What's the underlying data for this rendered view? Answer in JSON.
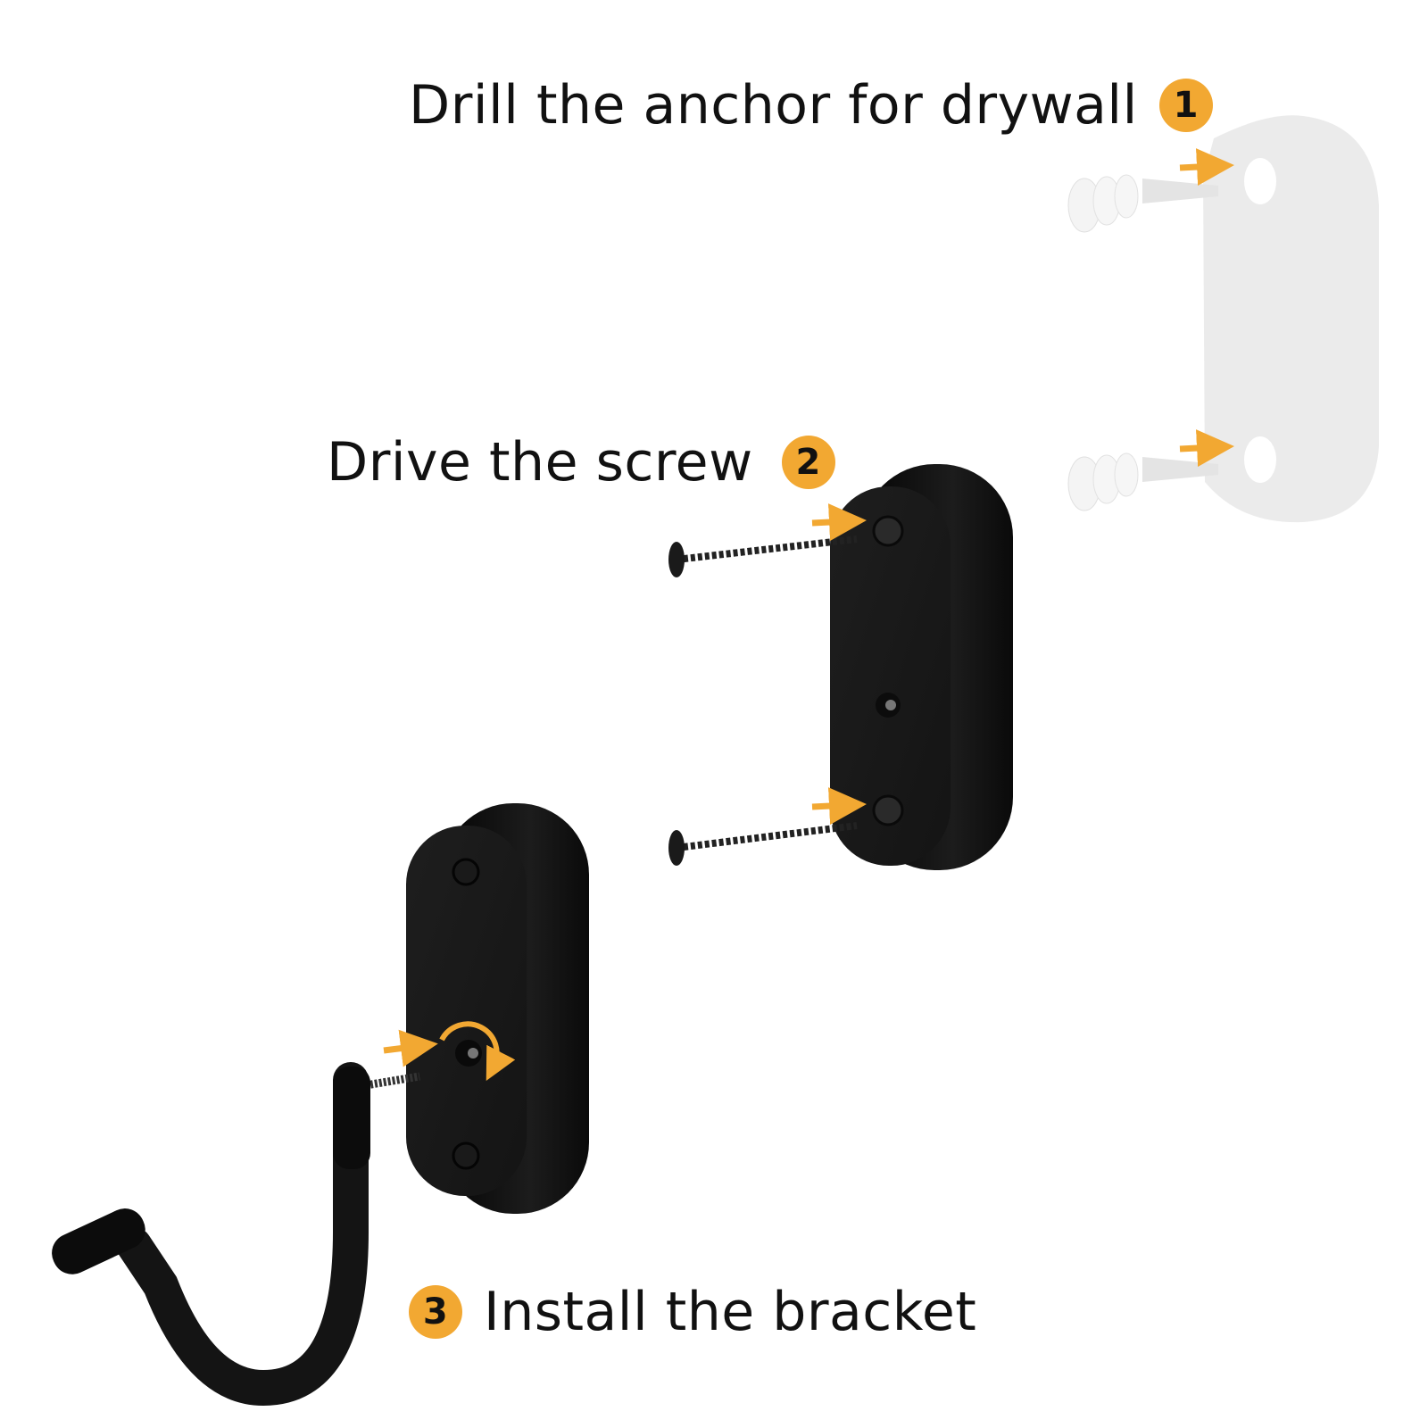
{
  "steps": [
    {
      "number": "1",
      "label": "Drill the anchor for drywall"
    },
    {
      "number": "2",
      "label": "Drive the screw"
    },
    {
      "number": "3",
      "label": "Install the bracket"
    }
  ],
  "colors": {
    "accent": "#f2a832",
    "bracket": "#151515",
    "anchor_plate": "#ebebeb",
    "anchor": "#f4f4f4",
    "text": "#111111"
  }
}
